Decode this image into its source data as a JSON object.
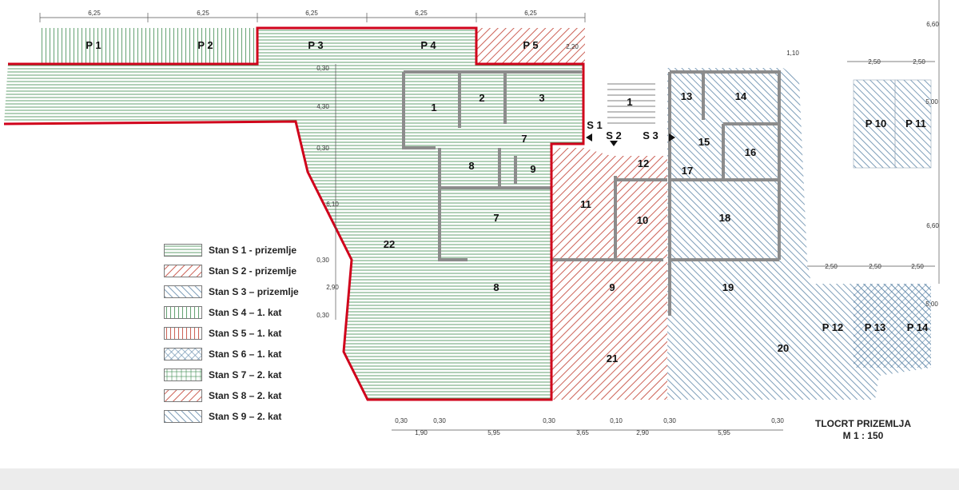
{
  "drawing": {
    "title": "TLOCRT PRIZEMLJA",
    "scale": "M 1 : 150"
  },
  "parking": [
    {
      "id": "P 1"
    },
    {
      "id": "P 2"
    },
    {
      "id": "P 3"
    },
    {
      "id": "P 4"
    },
    {
      "id": "P 5"
    },
    {
      "id": "P 10"
    },
    {
      "id": "P 11"
    },
    {
      "id": "P 12"
    },
    {
      "id": "P 13"
    },
    {
      "id": "P 14"
    }
  ],
  "stairs": [
    "S 1",
    "S 2",
    "S 3"
  ],
  "rooms": [
    "1",
    "2",
    "3",
    "7",
    "8",
    "9",
    "7",
    "8",
    "22",
    "1",
    "11",
    "12",
    "10",
    "9",
    "21",
    "13",
    "14",
    "15",
    "16",
    "17",
    "18",
    "19",
    "20"
  ],
  "dimensions": {
    "top": [
      "6,25",
      "6,25",
      "6,25",
      "6,25",
      "6,25"
    ],
    "parking_depth": "2,20",
    "vertical_left": [
      "0,30",
      "4,30",
      "0,30",
      "6,10",
      "0,30",
      "2,90",
      "0,30"
    ],
    "stair_offset": "1,10",
    "right_top": [
      "6,60",
      "2,50",
      "2,50",
      "5,00",
      "6,60"
    ],
    "right_bottom": [
      "2,50",
      "2,50",
      "2,50",
      "5,00"
    ],
    "bottom": [
      "0,30",
      "0,30",
      "1,90",
      "5,95",
      "0,30",
      "3,65",
      "0,10",
      "2,90",
      "0,30",
      "5,95",
      "0,30"
    ]
  },
  "legend": [
    {
      "label": "Stan S 1 - prizemlje",
      "pattern": "green-horizontal",
      "color": "#3c8a4e"
    },
    {
      "label": "Stan S 2 - prizemlje",
      "pattern": "red-diagonal",
      "color": "#c0392b"
    },
    {
      "label": "Stan S 3 – prizemlje",
      "pattern": "blue-diagonal",
      "color": "#5e86a8"
    },
    {
      "label": "Stan S 4 – 1. kat",
      "pattern": "green-vertical",
      "color": "#3c8a4e"
    },
    {
      "label": "Stan S 5 – 1. kat",
      "pattern": "red-vertical",
      "color": "#c0392b"
    },
    {
      "label": "Stan S 6 – 1. kat",
      "pattern": "blue-crosshatch",
      "color": "#5e86a8"
    },
    {
      "label": "Stan S 7 – 2. kat",
      "pattern": "green-grid",
      "color": "#3c8a4e"
    },
    {
      "label": "Stan S 8 – 2. kat",
      "pattern": "red-diagonal",
      "color": "#c0392b"
    },
    {
      "label": "Stan S 9 – 2. kat",
      "pattern": "blue-diagonal",
      "color": "#5e86a8"
    }
  ]
}
